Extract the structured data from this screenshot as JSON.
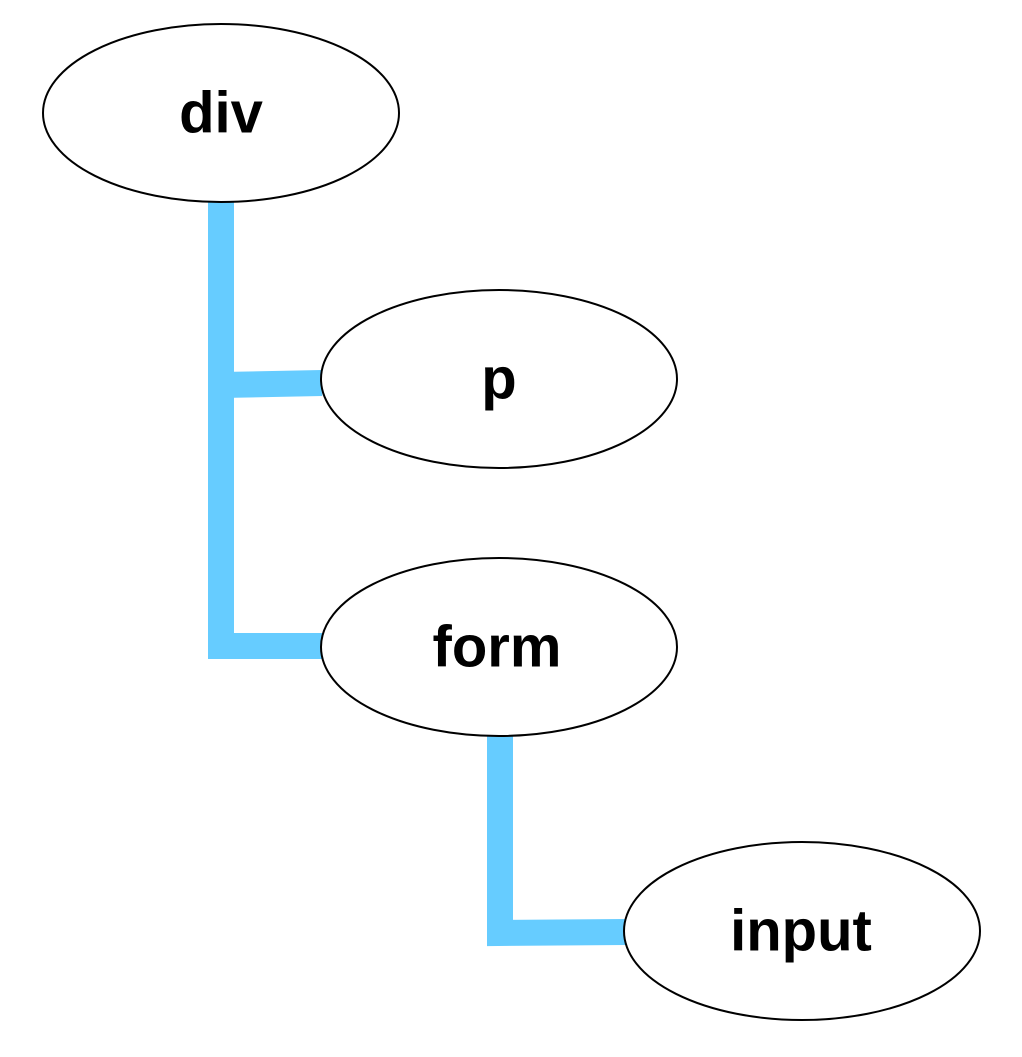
{
  "diagram": {
    "type": "tree",
    "connector_color": "#66ccff",
    "nodes": [
      {
        "id": "div",
        "label": "div",
        "parent": null
      },
      {
        "id": "p",
        "label": "p",
        "parent": "div"
      },
      {
        "id": "form",
        "label": "form",
        "parent": "div"
      },
      {
        "id": "input",
        "label": "input",
        "parent": "form"
      }
    ]
  }
}
